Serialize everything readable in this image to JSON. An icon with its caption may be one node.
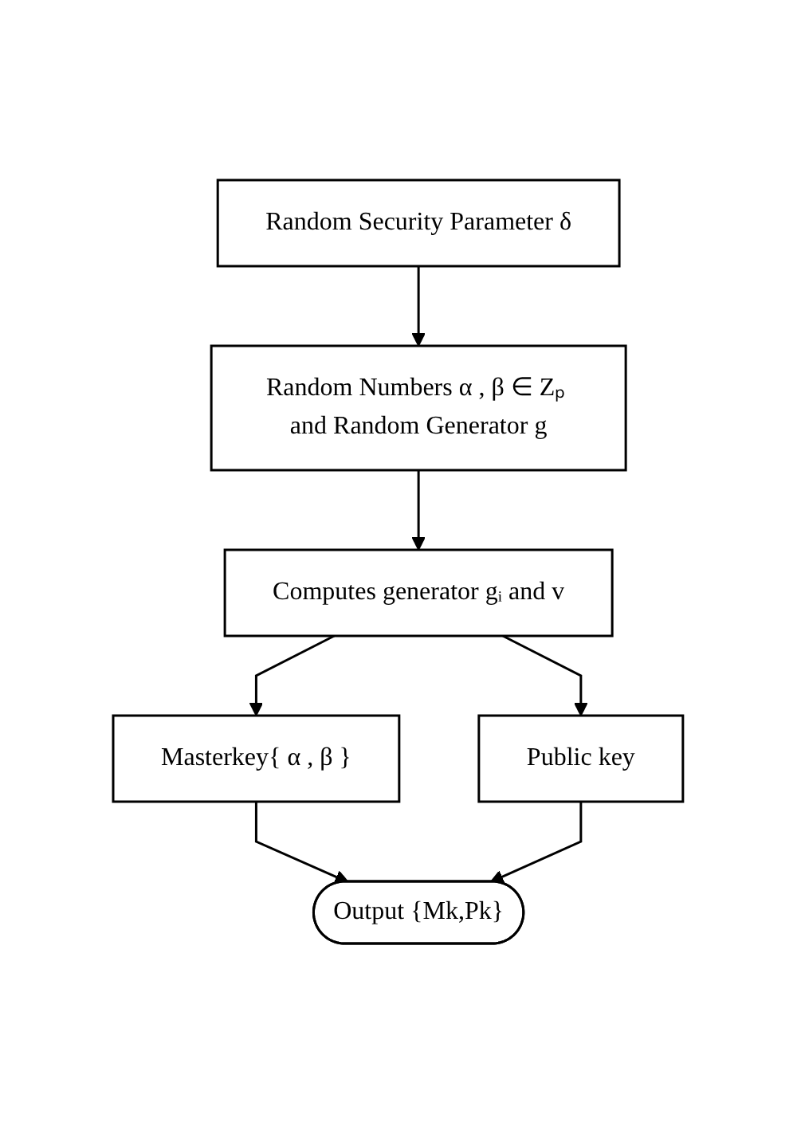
{
  "diagram": {
    "nodes": [
      {
        "text": [
          "Random Security Parameter δ"
        ]
      },
      {
        "text": [
          "Random Numbers α , β ∈ Zₚ and Random Generator g"
        ]
      },
      {
        "text": [
          "Computes generator gᵢ and v"
        ]
      },
      {
        "text": [
          "Masterkey{ α , β }"
        ]
      },
      {
        "text": [
          "Public key"
        ]
      },
      {
        "text": [
          "Output {Mk,Pk}"
        ]
      }
    ],
    "edges": [
      {
        "from": 0,
        "to": 1,
        "arrow": "to"
      },
      {
        "from": 1,
        "to": 2,
        "arrow": "to"
      },
      {
        "from": 2,
        "to": 3,
        "arrow": "to"
      },
      {
        "from": 2,
        "to": 4,
        "arrow": "to"
      },
      {
        "from": 3,
        "to": 5,
        "arrow": "to"
      },
      {
        "from": 4,
        "to": 5,
        "arrow": "to"
      }
    ]
  }
}
